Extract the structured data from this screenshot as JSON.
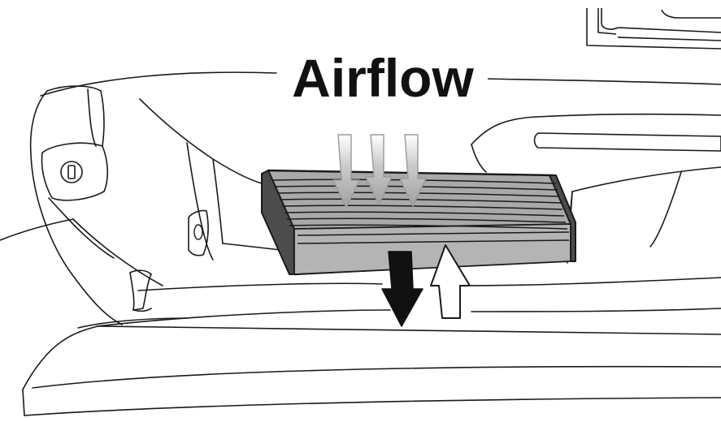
{
  "diagram": {
    "title": "Airflow",
    "colors": {
      "line": "#1a1a1a",
      "filter_body": "#a9a9a9",
      "filter_dark": "#5a5a5a",
      "airflow_arrow": "#bdbdbd",
      "remove_arrow": "#111111",
      "install_arrow": "#ffffff"
    },
    "icons": [
      "airflow-arrows",
      "remove-arrow-down",
      "install-arrow-up",
      "lock-keyhole-icon"
    ]
  }
}
